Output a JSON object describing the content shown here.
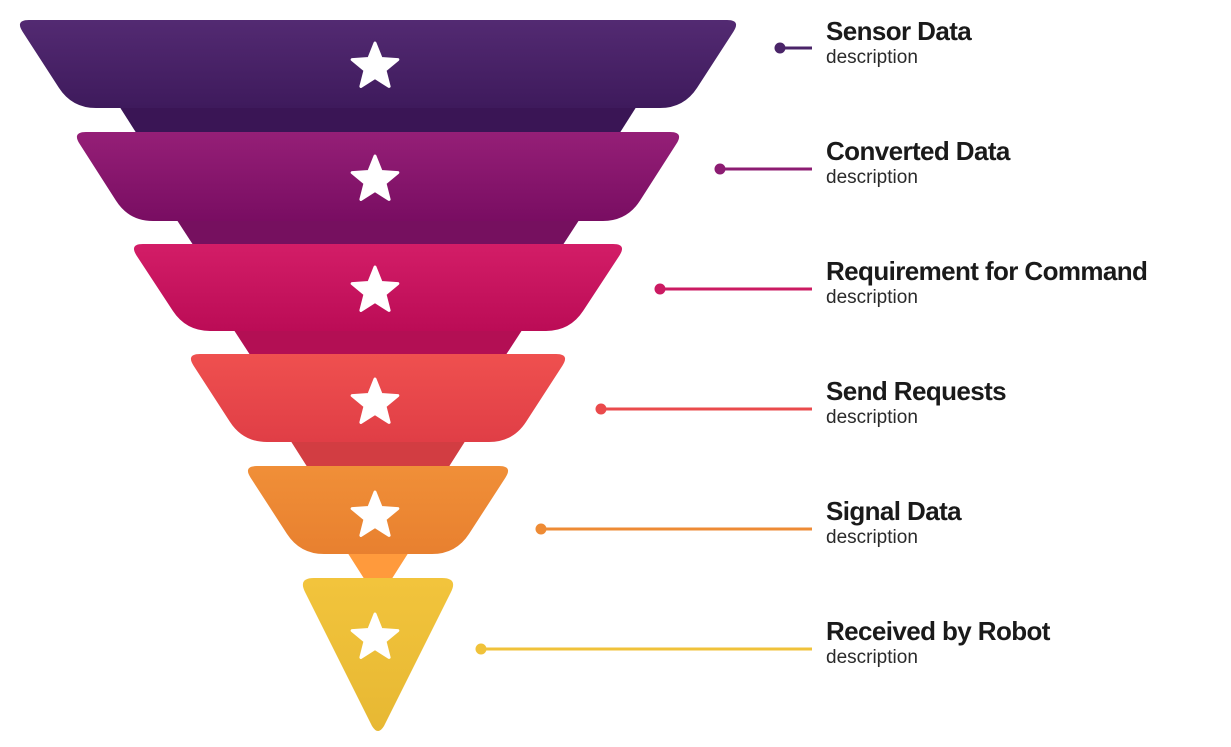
{
  "stages": [
    {
      "title": "Sensor Data",
      "description": "description",
      "icon": "star-icon",
      "color": "#4a2468",
      "dark": "#3a1555"
    },
    {
      "title": "Converted Data",
      "description": "description",
      "icon": "star-icon",
      "color": "#8c1c72",
      "dark": "#76105f"
    },
    {
      "title": "Requirement for Command",
      "description": "description",
      "icon": "star-icon",
      "color": "#cb1a62",
      "dark": "#b30f54"
    },
    {
      "title": "Send Requests",
      "description": "description",
      "icon": "star-icon",
      "color": "#ea4a4c",
      "dark": "#d23d42"
    },
    {
      "title": "Signal Data",
      "description": "description",
      "icon": "star-icon",
      "color": "#ee8b35",
      "dark": "#ff9a3c"
    },
    {
      "title": "Received by Robot",
      "description": "description",
      "icon": "star-icon",
      "color": "#f0c23a",
      "dark": "#e3b030"
    }
  ]
}
